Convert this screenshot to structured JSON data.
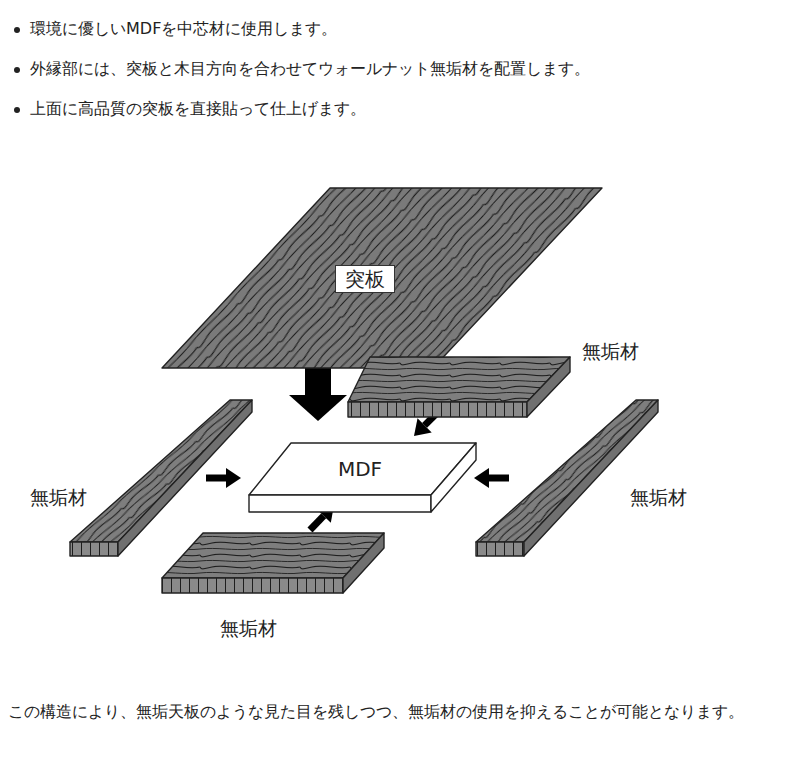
{
  "diagram": {
    "caption": "この構造により、無垢天板のような見た目を残しつつ、無垢材の使用を抑えることが可能となります。",
    "nodes": [
      {
        "text": [
          "突板"
        ]
      },
      {
        "text": [
          "無垢材"
        ]
      },
      {
        "text": [
          "無垢材"
        ]
      },
      {
        "text": [
          "MDF"
        ]
      },
      {
        "text": [
          "無垢材"
        ]
      },
      {
        "text": [
          "無垢材"
        ]
      }
    ],
    "edges": [
      {
        "from": 0,
        "to": 3,
        "arrow": "to"
      },
      {
        "from": 1,
        "to": 3,
        "arrow": "to"
      },
      {
        "from": 2,
        "to": 3,
        "arrow": "to"
      },
      {
        "from": 4,
        "to": 3,
        "arrow": "to"
      },
      {
        "from": 5,
        "to": 3,
        "arrow": "to"
      }
    ],
    "labels": [
      "環境に優しいMDFを中芯材に使用します。",
      "外縁部には、突板と木目方向を合わせてウォールナット無垢材を配置します。",
      "上面に高品質の突板を直接貼って仕上げます。"
    ]
  }
}
